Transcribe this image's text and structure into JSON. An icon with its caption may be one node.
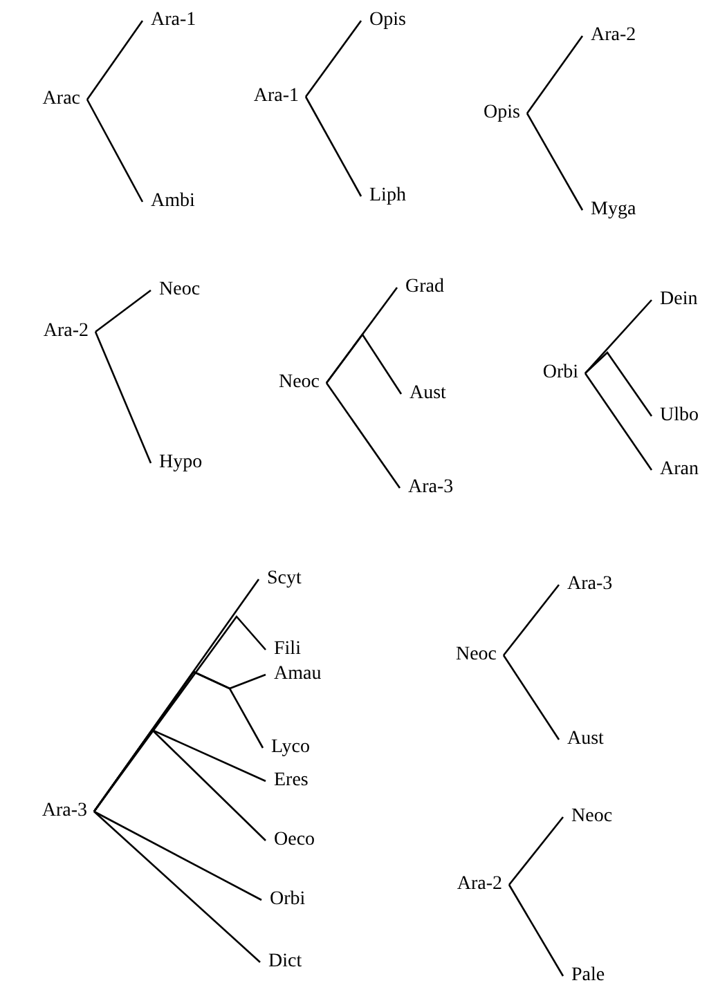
{
  "diagram": {
    "nodes": [
      {
        "text": [
          "Arac"
        ]
      },
      {
        "text": [
          "Ara-1"
        ]
      },
      {
        "text": [
          "Ambi"
        ]
      },
      {
        "text": [
          "Ara-1"
        ]
      },
      {
        "text": [
          "Opis"
        ]
      },
      {
        "text": [
          "Liph"
        ]
      },
      {
        "text": [
          "Opis"
        ]
      },
      {
        "text": [
          "Ara-2"
        ]
      },
      {
        "text": [
          "Myga"
        ]
      },
      {
        "text": [
          "Ara-2"
        ]
      },
      {
        "text": [
          "Neoc"
        ]
      },
      {
        "text": [
          "Hypo"
        ]
      },
      {
        "text": [
          "Neoc"
        ]
      },
      {
        "text": [
          "Grad"
        ]
      },
      {
        "text": [
          "Aust"
        ]
      },
      {
        "text": [
          "Ara-3"
        ]
      },
      {
        "text": [
          "Orbi"
        ]
      },
      {
        "text": [
          "Dein"
        ]
      },
      {
        "text": [
          "Ulbo"
        ]
      },
      {
        "text": [
          "Aran"
        ]
      },
      {
        "text": [
          "Ara-3"
        ]
      },
      {
        "text": [
          "Scyt"
        ]
      },
      {
        "text": [
          "Fili"
        ]
      },
      {
        "text": [
          "Amau"
        ]
      },
      {
        "text": [
          "Lyco"
        ]
      },
      {
        "text": [
          "Eres"
        ]
      },
      {
        "text": [
          "Oeco"
        ]
      },
      {
        "text": [
          "Orbi"
        ]
      },
      {
        "text": [
          "Dict"
        ]
      },
      {
        "text": [
          "Neoc"
        ]
      },
      {
        "text": [
          "Ara-3"
        ]
      },
      {
        "text": [
          "Aust"
        ]
      },
      {
        "text": [
          "Ara-2"
        ]
      },
      {
        "text": [
          "Neoc"
        ]
      },
      {
        "text": [
          "Pale"
        ]
      }
    ],
    "edges": [
      {
        "from": 0,
        "to": 1,
        "arrow": "none"
      },
      {
        "from": 0,
        "to": 2,
        "arrow": "none"
      },
      {
        "from": 3,
        "to": 4,
        "arrow": "none"
      },
      {
        "from": 3,
        "to": 5,
        "arrow": "none"
      },
      {
        "from": 6,
        "to": 7,
        "arrow": "none"
      },
      {
        "from": 6,
        "to": 8,
        "arrow": "none"
      },
      {
        "from": 9,
        "to": 10,
        "arrow": "none"
      },
      {
        "from": 9,
        "to": 11,
        "arrow": "none"
      },
      {
        "from": 12,
        "to": 13,
        "arrow": "none"
      },
      {
        "from": 12,
        "to": 14,
        "arrow": "none"
      },
      {
        "from": 12,
        "to": 15,
        "arrow": "none"
      },
      {
        "from": 16,
        "to": 17,
        "arrow": "none"
      },
      {
        "from": 16,
        "to": 18,
        "arrow": "none"
      },
      {
        "from": 16,
        "to": 19,
        "arrow": "none"
      },
      {
        "from": 20,
        "to": 21,
        "arrow": "none"
      },
      {
        "from": 20,
        "to": 22,
        "arrow": "none"
      },
      {
        "from": 20,
        "to": 23,
        "arrow": "none"
      },
      {
        "from": 20,
        "to": 24,
        "arrow": "none"
      },
      {
        "from": 20,
        "to": 25,
        "arrow": "none"
      },
      {
        "from": 20,
        "to": 26,
        "arrow": "none"
      },
      {
        "from": 20,
        "to": 27,
        "arrow": "none"
      },
      {
        "from": 20,
        "to": 28,
        "arrow": "none"
      },
      {
        "from": 29,
        "to": 30,
        "arrow": "none"
      },
      {
        "from": 29,
        "to": 31,
        "arrow": "none"
      },
      {
        "from": 32,
        "to": 33,
        "arrow": "none"
      },
      {
        "from": 32,
        "to": 34,
        "arrow": "none"
      }
    ]
  }
}
